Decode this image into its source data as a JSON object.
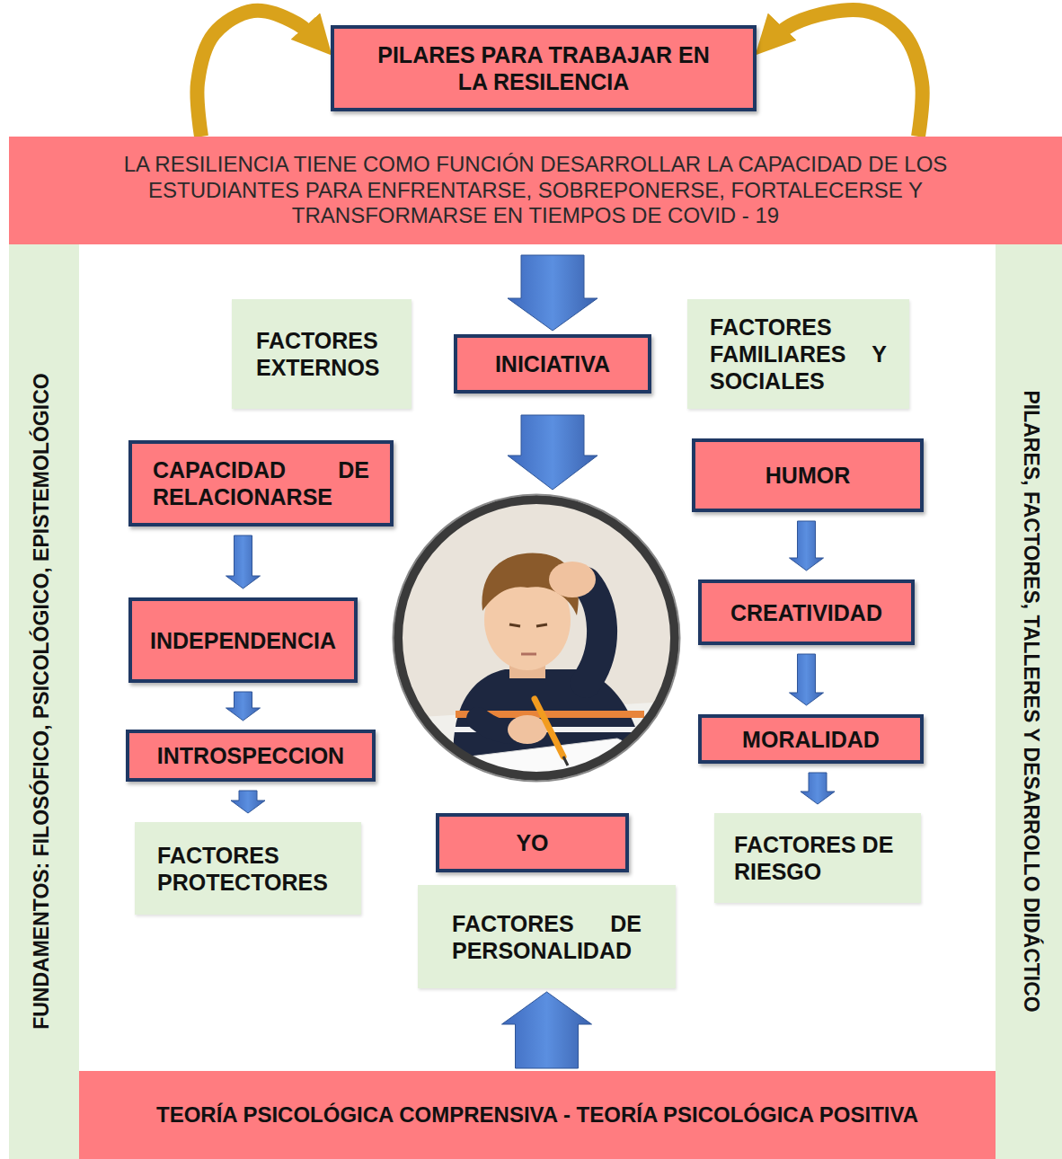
{
  "diagram": {
    "nodes": [
      {
        "text": [
          "PILARES PARA TRABAJAR EN LA RESILENCIA"
        ]
      },
      {
        "text": [
          "LA RESILIENCIA TIENE COMO FUNCIÓN DESARROLLAR LA CAPACIDAD DE LOS ESTUDIANTES PARA ENFRENTARSE, SOBREPONERSE, FORTALECERSE Y TRANSFORMARSE EN TIEMPOS DE COVID - 19"
        ]
      },
      {
        "text": [
          "FUNDAMENTOS: FILOSÓFICO, PSICOLÓGICO, EPISTEMOLÓGICO"
        ]
      },
      {
        "text": [
          "PILARES, FACTORES, TALLERES Y DESARROLLO DIDÁCTICO"
        ]
      },
      {
        "text": [
          "FACTORES EXTERNOS"
        ]
      },
      {
        "text": [
          "INICIATIVA"
        ]
      },
      {
        "text": [
          "FACTORES FAMILIARES Y SOCIALES"
        ]
      },
      {
        "text": [
          "CAPACIDAD DE RELACIONARSE"
        ]
      },
      {
        "text": [
          "HUMOR"
        ]
      },
      {
        "text": [
          "INDEPENDENCIA"
        ]
      },
      {
        "text": [
          "CREATIVIDAD"
        ]
      },
      {
        "text": [
          "INTROSPECCION"
        ]
      },
      {
        "text": [
          "MORALIDAD"
        ]
      },
      {
        "text": [
          "YO"
        ]
      },
      {
        "text": [
          "FACTORES PROTECTORES"
        ]
      },
      {
        "text": [
          "FACTORES DE RIESGO"
        ]
      },
      {
        "text": [
          "FACTORES DE PERSONALIDAD"
        ]
      },
      {
        "text": [
          "TEORÍA PSICOLÓGICA COMPRENSIVA - TEORÍA PSICOLÓGICA POSITIVA"
        ]
      }
    ],
    "edges": [
      {
        "from": 1,
        "to": 0,
        "arrow": "to"
      },
      {
        "from": 1,
        "to": 0,
        "arrow": "to"
      },
      {
        "from": 1,
        "to": 5,
        "arrow": "to"
      },
      {
        "from": 7,
        "to": 9,
        "arrow": "to"
      },
      {
        "from": 9,
        "to": 11,
        "arrow": "to"
      },
      {
        "from": 11,
        "to": 14,
        "arrow": "to"
      },
      {
        "from": 8,
        "to": 10,
        "arrow": "to"
      },
      {
        "from": 10,
        "to": 12,
        "arrow": "to"
      },
      {
        "from": 12,
        "to": 15,
        "arrow": "to"
      },
      {
        "from": 17,
        "to": 16,
        "arrow": "to"
      }
    ]
  }
}
